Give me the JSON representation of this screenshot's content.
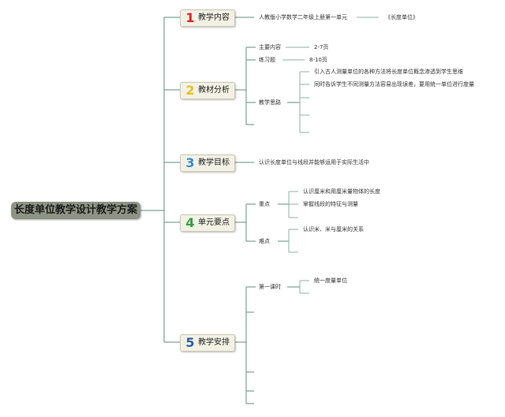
{
  "root": {
    "title": "长度单位教学设计教学方案"
  },
  "branches": [
    {
      "num": "1",
      "num_color": "#d9231f",
      "label": "教学内容"
    },
    {
      "num": "2",
      "num_color": "#e8c21c",
      "label": "教材分析"
    },
    {
      "num": "3",
      "num_color": "#2f8fd0",
      "label": "教学目标"
    },
    {
      "num": "4",
      "num_color": "#2ea23a",
      "label": "单元要点"
    },
    {
      "num": "5",
      "num_color": "#2a5fb0",
      "label": "教学安排"
    }
  ],
  "content": {
    "textbook": "人教版小学数学二年级上册第一单元",
    "unit": "《长度单位》"
  },
  "analysis": {
    "main_label": "主要内容",
    "main_pages": "2-7页",
    "exercise_label": "练习题",
    "exercise_pages": "8-10页",
    "idea_label": "教学思路",
    "ideas": [
      "引入古人测量单位的各种方法将长度单位概念渗透到学生思维",
      "同时告诉学生不同测量方法容易出现误差，要用统一单位进行度量"
    ]
  },
  "goal": {
    "text": "认识长度单位与线段并能够运用于实际生活中"
  },
  "keypoints": {
    "focus_label": "重点",
    "focus_items": [
      "认识厘米和用厘米量物体的长度",
      "掌握线段的特征与测量"
    ],
    "difficulty_label": "难点",
    "difficulty_items": [
      "认识米、米与厘米的关系"
    ]
  },
  "schedule": {
    "lesson_label": "第一课时",
    "lesson_item": "统一度量单位"
  }
}
